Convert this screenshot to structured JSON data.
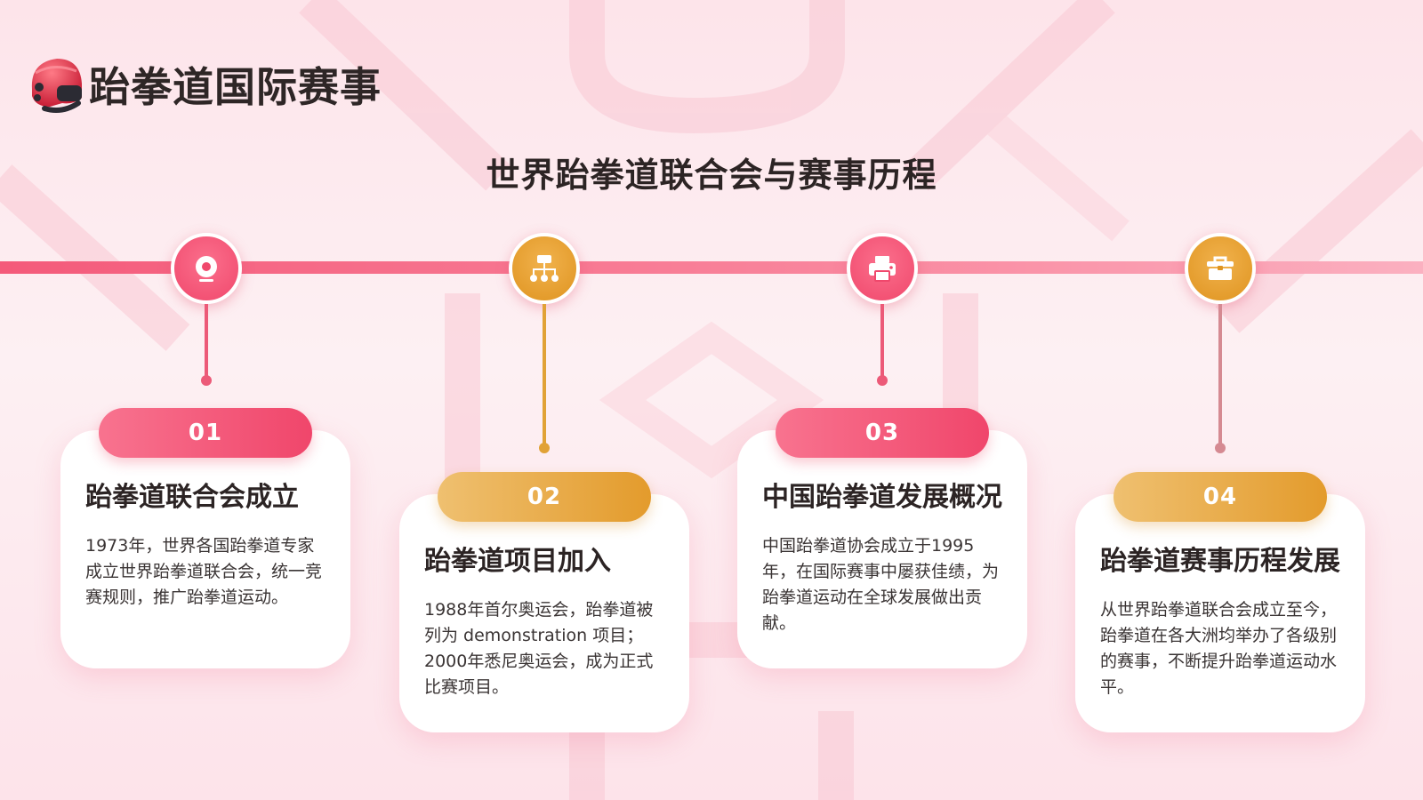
{
  "header": {
    "brand": "跆拳道国际赛事"
  },
  "subtitle": "世界跆拳道联合会与赛事历程",
  "colors": {
    "pink": "#f0486c",
    "gold": "#e39b2c",
    "text": "#2c2424"
  },
  "steps": [
    {
      "number": "01",
      "icon": "webcam-icon",
      "title": "跆拳道联合会成立",
      "text": "1973年，世界各国跆拳道专家成立世界跆拳道联合会，统一竞赛规则，推广跆拳道运动。"
    },
    {
      "number": "02",
      "icon": "org-chart-icon",
      "title": "跆拳道项目加入",
      "text": "1988年首尔奥运会，跆拳道被列为 demonstration 项目；2000年悉尼奥运会，成为正式比赛项目。"
    },
    {
      "number": "03",
      "icon": "printer-icon",
      "title": "中国跆拳道发展概况",
      "text": "中国跆拳道协会成立于1995年，在国际赛事中屡获佳绩，为跆拳道运动在全球发展做出贡献。"
    },
    {
      "number": "04",
      "icon": "toolbox-icon",
      "title": "跆拳道赛事历程发展",
      "text": "从世界跆拳道联合会成立至今，跆拳道在各大洲均举办了各级别的赛事，不断提升跆拳道运动水平。"
    }
  ]
}
